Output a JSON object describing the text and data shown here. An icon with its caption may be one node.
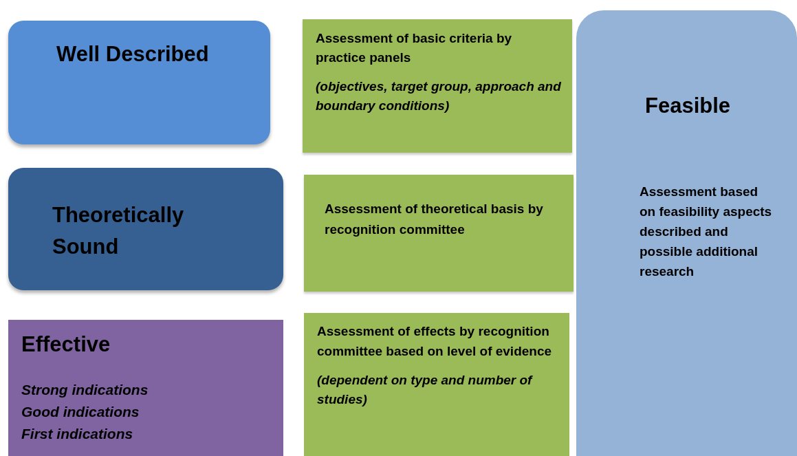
{
  "diagram": {
    "nodes": [
      {
        "text": [
          "Well Described"
        ]
      },
      {
        "text": [
          "Assessment of basic criteria by practice panels",
          "(objectives, target group, approach and boundary conditions)"
        ]
      },
      {
        "text": [
          "Feasible",
          "Assessment based on feasibility aspects described and possible additional research"
        ]
      },
      {
        "text": [
          "Theoretically Sound"
        ]
      },
      {
        "text": [
          "Assessment of theoretical basis by recognition committee"
        ]
      },
      {
        "text": [
          "Effective",
          "Strong indications",
          "Good indications",
          "First indications"
        ]
      },
      {
        "text": [
          "Assessment of effects by recognition committee based on level of evidence",
          "(dependent on type and number of studies)"
        ]
      }
    ]
  }
}
